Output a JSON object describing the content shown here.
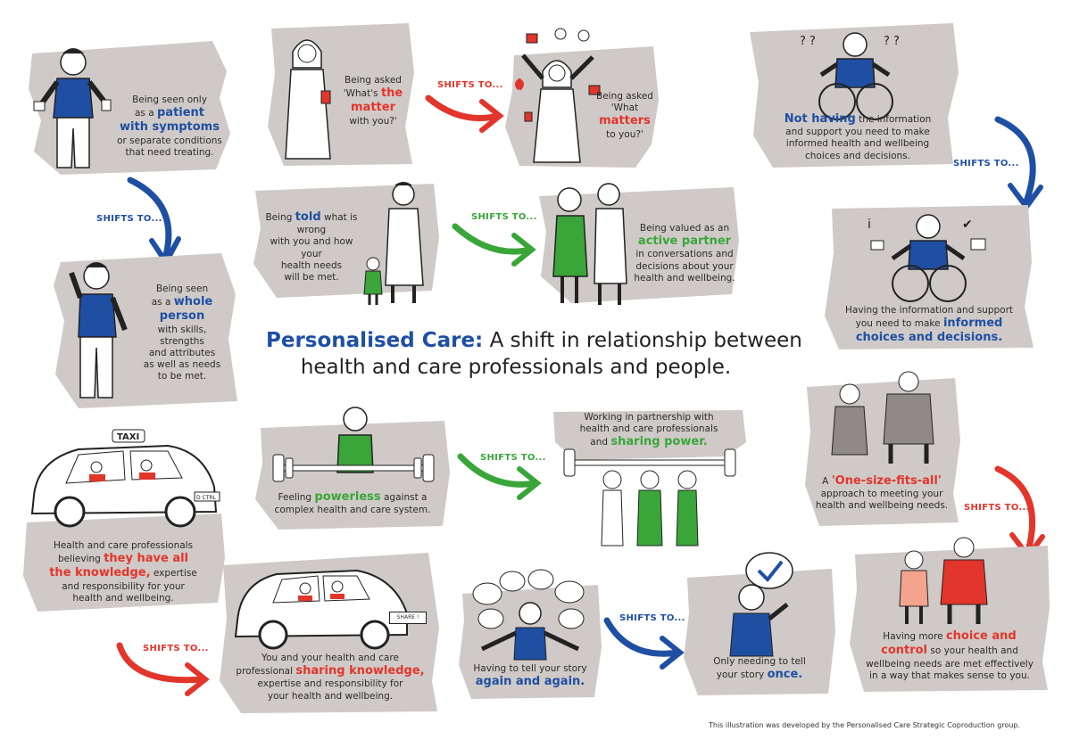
{
  "title": {
    "part1": "Personalised Care:",
    "part2": " A shift in relationship between",
    "line2": "health and care professionals and people."
  },
  "credit": "This illustration was developed by the Personalised Care Strategic Coproduction group.",
  "shift_label": "SHIFTS TO...",
  "panels": {
    "patient": {
      "a": "Being seen only",
      "b": "as a",
      "hl": "patient",
      "hl2": "with symptoms",
      "c": "or separate conditions",
      "d": "that need treating."
    },
    "whole_person": {
      "a": "Being seen",
      "b": "as a",
      "hl": "whole",
      "hl2": "person",
      "c": "with skills,",
      "d": "strengths",
      "e": "and attributes",
      "f": "as well as needs",
      "g": "to be met."
    },
    "the_matter": {
      "a": "Being asked",
      "b": "'What's",
      "hl": "the",
      "hl2": "matter",
      "c": "with you?'"
    },
    "what_matters": {
      "a": "Being asked",
      "b": "'What",
      "hl": "matters",
      "c": "to you?'"
    },
    "not_having": {
      "hl": "Not having",
      "a": "the information",
      "b": "and support you need to make",
      "c": "informed health and wellbeing",
      "d": "choices and decisions."
    },
    "having": {
      "a": "Having the information and support",
      "b": "you need to make",
      "hl": "informed",
      "hl2": "choices and decisions."
    },
    "told": {
      "a": "Being",
      "hl": "told",
      "b": "what is wrong",
      "c": "with you and how your",
      "d": "health needs",
      "e": "will be met."
    },
    "partner": {
      "a": "Being valued as an",
      "hl": "active partner",
      "b": "in conversations and",
      "c": "decisions about your",
      "d": "health and wellbeing."
    },
    "powerless": {
      "a": "Feeling",
      "hl": "powerless",
      "b": "against a",
      "c": "complex health and care system."
    },
    "sharing_power": {
      "a": "Working in partnership with",
      "b": "health and care professionals",
      "c": "and",
      "hl": "sharing power."
    },
    "one_size": {
      "a": "A",
      "hl": "'One-size-fits-all'",
      "b": "approach to meeting your",
      "c": "health and wellbeing needs."
    },
    "choice": {
      "a": "Having more",
      "hl": "choice and",
      "hl2": "control",
      "b": "so your health and",
      "c": "wellbeing needs are met effectively",
      "d": "in a way that makes sense to you."
    },
    "knowledge": {
      "a": "Health and care professionals",
      "b": "believing",
      "hl": "they have all",
      "hl2": "the knowledge,",
      "c": "expertise",
      "d": "and responsibility for your",
      "e": "health and wellbeing."
    },
    "sharing_knowledge": {
      "a": "You and your health and care",
      "b": "professional",
      "hl": "sharing knowledge,",
      "c": "expertise and responsibility for",
      "d": "your health and wellbeing."
    },
    "again": {
      "a": "Having to tell your story",
      "hl": "again and again."
    },
    "once": {
      "a": "Only needing to tell",
      "b": "your story",
      "hl": "once."
    }
  },
  "signs": {
    "taxi": "TAXI",
    "plate": "D CTRL",
    "share": "SHARE !"
  },
  "colors": {
    "blue": "#1f4fa3",
    "red": "#e2352b",
    "green": "#3aa63a",
    "smear": "#cfcac7"
  }
}
